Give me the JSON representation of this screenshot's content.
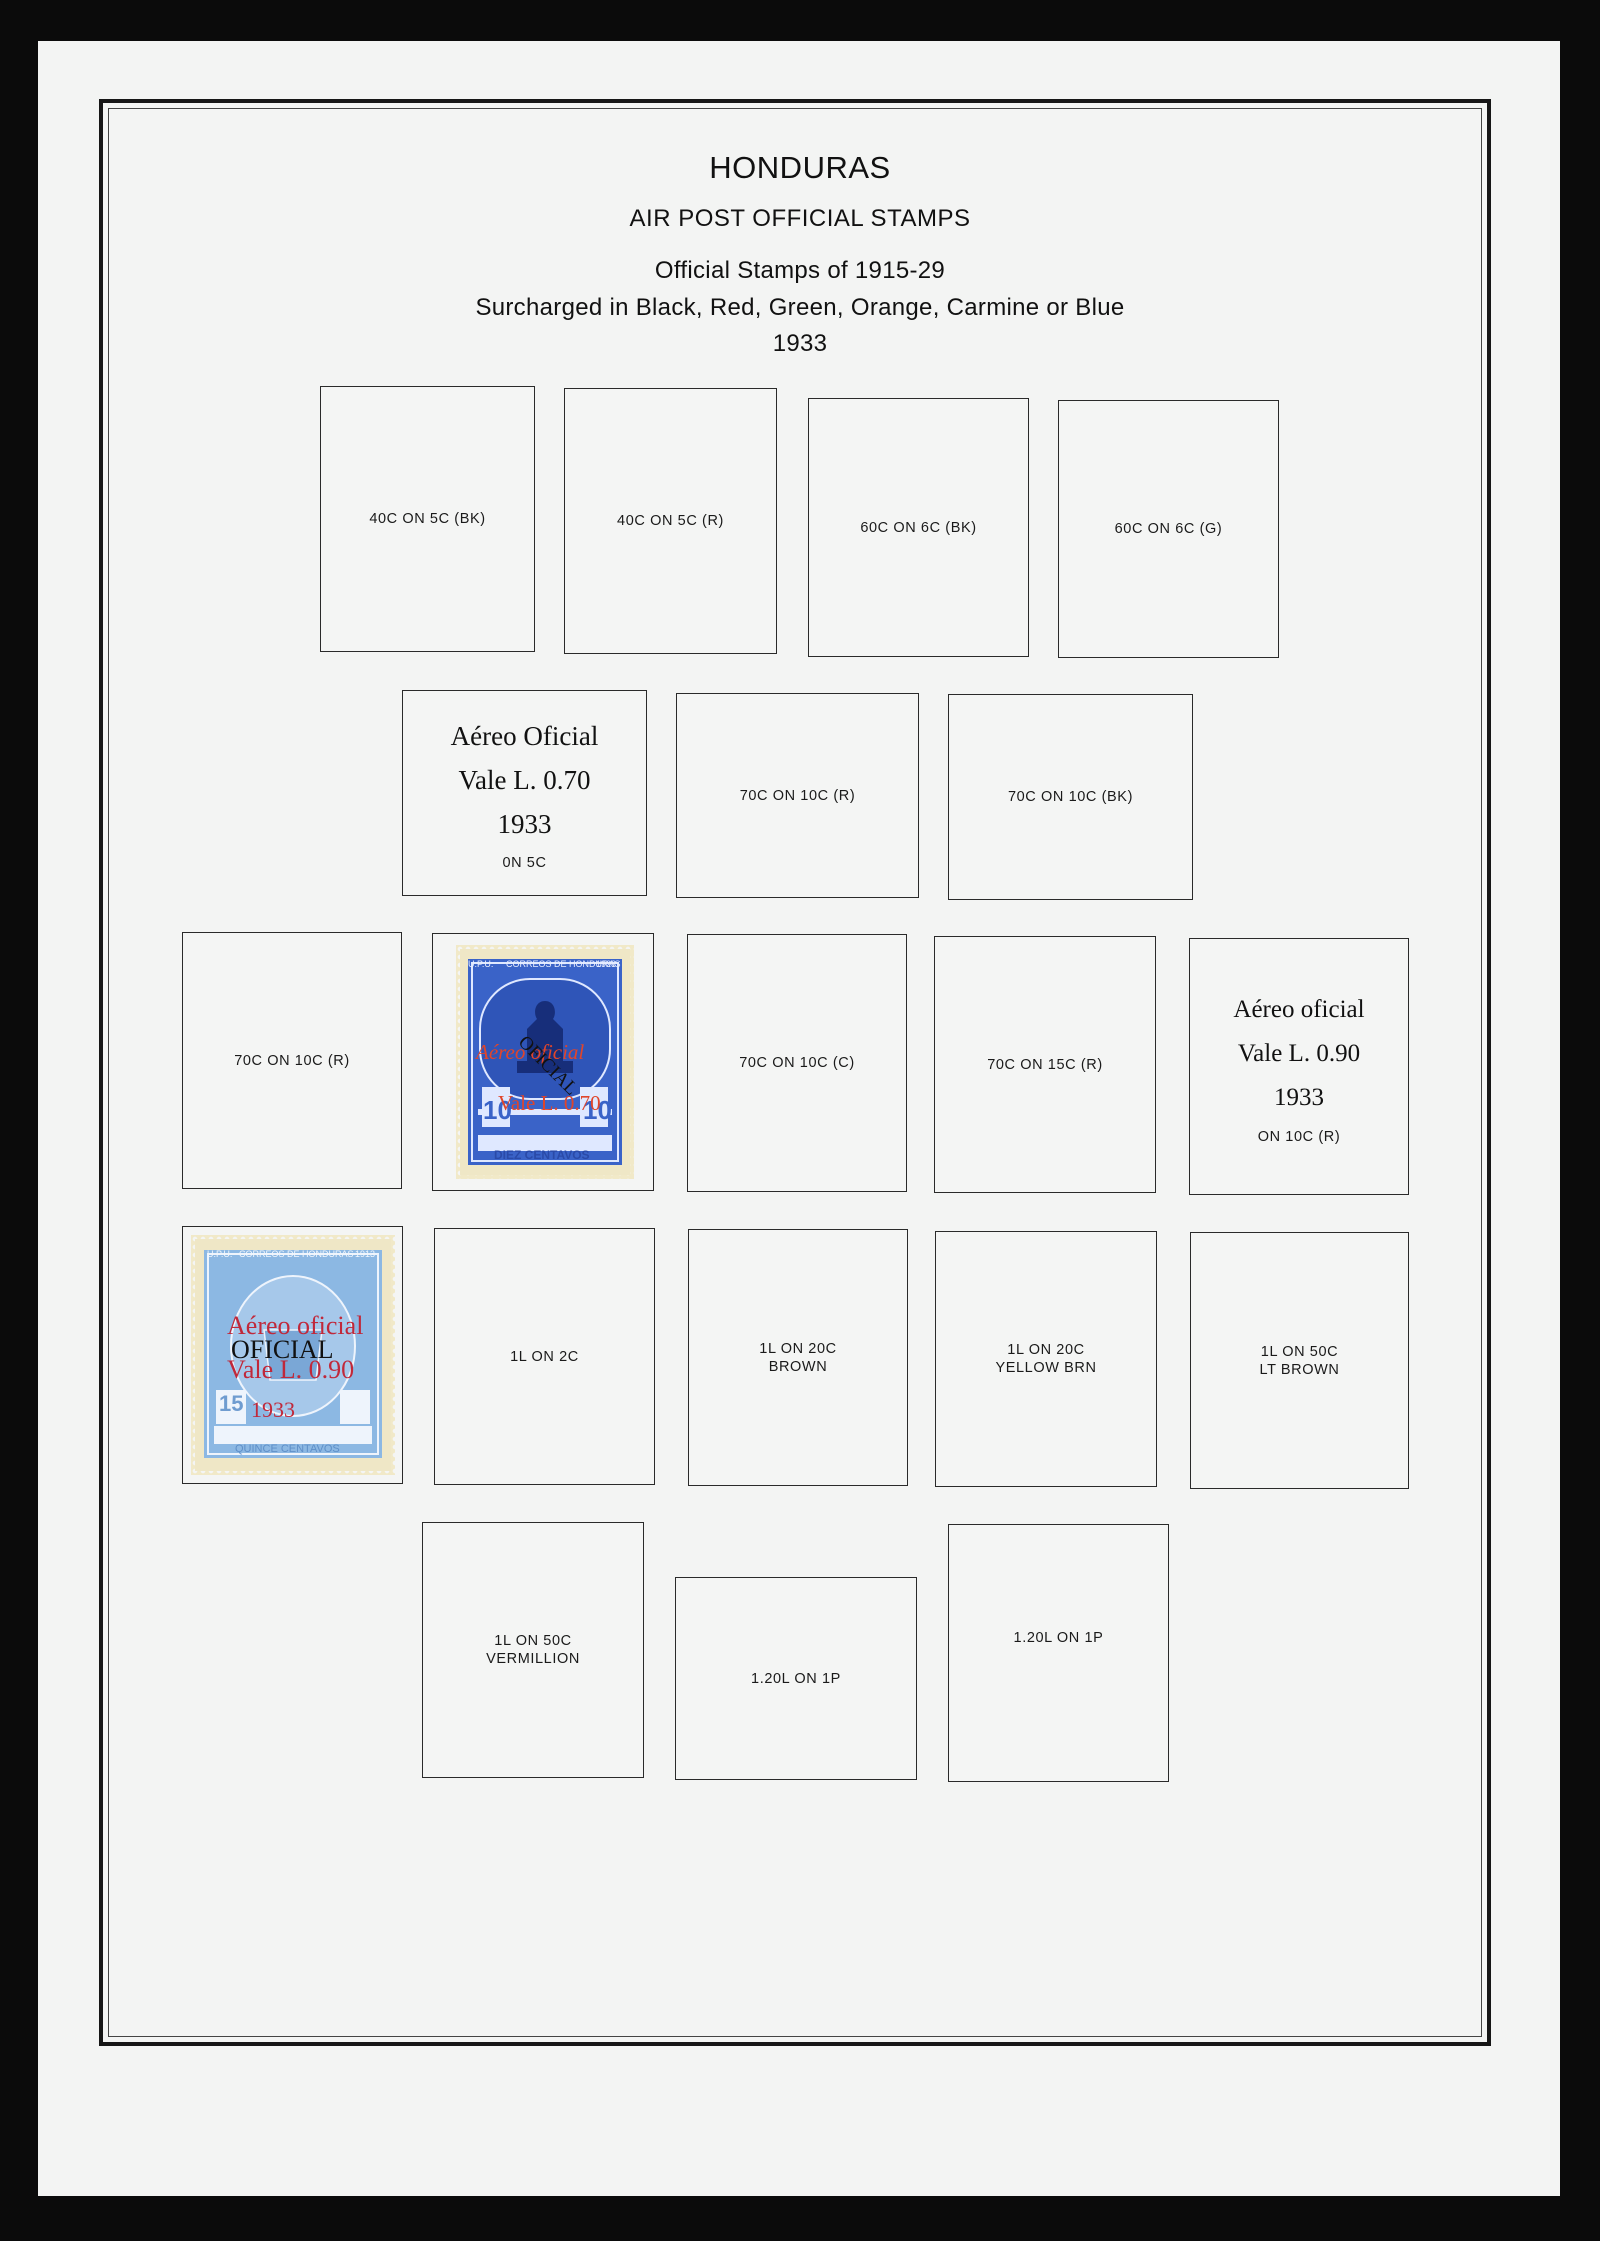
{
  "header": {
    "country": "HONDURAS",
    "section": "AIR POST OFFICIAL STAMPS",
    "subtitle_1": "Official Stamps of 1915-29",
    "subtitle_2": "Surcharged in Black, Red, Green, Orange, Carmine or Blue",
    "year": "1933"
  },
  "rows": [
    [
      {
        "label": "40C ON 5C (BK)"
      },
      {
        "label": "40C ON 5C (R)"
      },
      {
        "label": "60C ON 6C (BK)"
      },
      {
        "label": "60C ON 6C (G)"
      }
    ],
    [
      {
        "overprint": [
          "Aéreo Oficial",
          "Vale L. 0.70",
          "1933"
        ],
        "label": "0N 5C"
      },
      {
        "label": "70C ON 10C (R)"
      },
      {
        "label": "70C ON 10C (BK)"
      }
    ],
    [
      {
        "label": "70C ON 10C (R)"
      },
      {
        "stamp": {
          "top_left": "U.P.U.",
          "top_banner": "CORREOS DE HONDURAS",
          "top_right": "1923",
          "value_left": "10",
          "value_right": "10",
          "bottom": "DIEZ CENTAVOS",
          "surcharge": [
            "Aéreo oficial",
            "Vale L. 0.70"
          ],
          "overprint": "OFICIAL"
        }
      },
      {
        "label": "70C ON 10C (C)"
      },
      {
        "label": "70C ON 15C (R)"
      },
      {
        "overprint": [
          "Aéreo oficial",
          "Vale L. 0.90",
          "1933"
        ],
        "label": "ON 10C (R)"
      }
    ],
    [
      {
        "stamp": {
          "top_left": "U.P.U.",
          "top_banner": "CORREOS DE HONDURAS",
          "top_right": "1913",
          "value_left": "15",
          "bottom": "QUINCE CENTAVOS",
          "surcharge": [
            "Aéreo oficial",
            "Vale L. 0.90",
            "1933"
          ],
          "overprint": "OFICIAL"
        }
      },
      {
        "label": "1L ON 2C"
      },
      {
        "label": "1L ON 20C\nBROWN"
      },
      {
        "label": "1L ON 20C\nYELLOW BRN"
      },
      {
        "label": "1L ON 50C\nLT BROWN"
      }
    ],
    [
      {
        "label": "1L ON 50C\nVERMILLION"
      },
      {
        "label": "1.20L ON 1P"
      },
      {
        "label": "1.20L ON 1P"
      }
    ]
  ],
  "colors": {
    "page": "#f3f4f3",
    "stamp_10c_blue": "#3a63c8",
    "stamp_15c_blue": "#8cb8e3",
    "surcharge_red": "#e0452b",
    "surcharge_carmine": "#c0283a"
  }
}
